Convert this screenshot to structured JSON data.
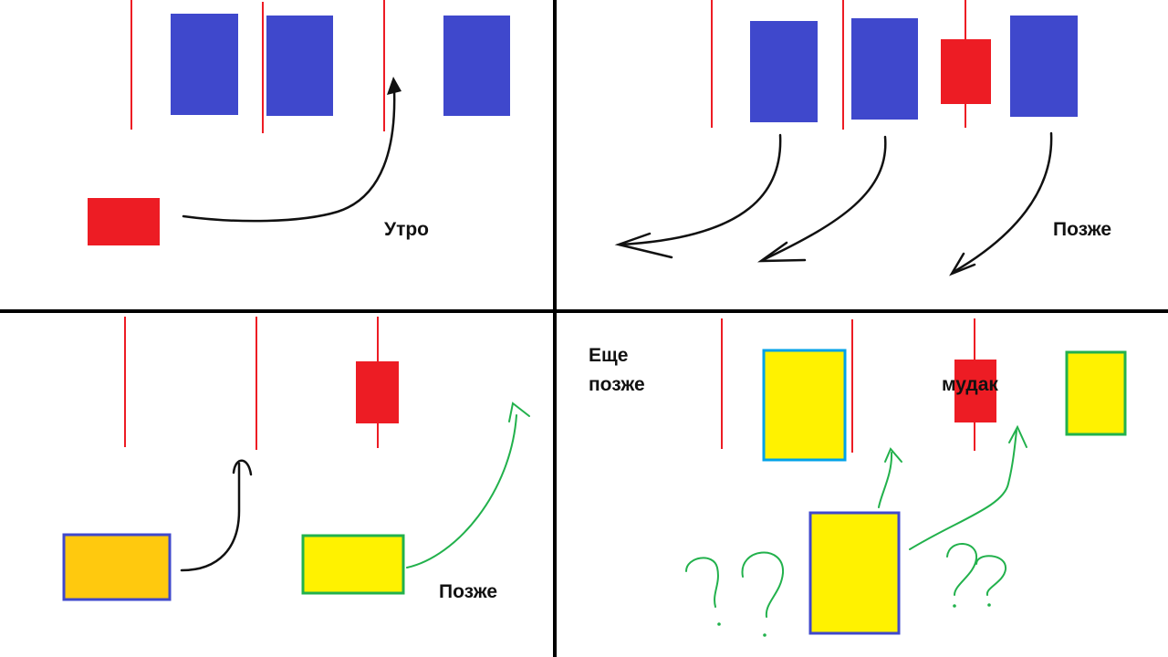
{
  "panels": {
    "top_left": {
      "label": "Утро"
    },
    "top_right": {
      "label": "Позже"
    },
    "bottom_left": {
      "label": "Позже"
    },
    "bottom_right": {
      "label_line1": "Еще",
      "label_line2": "позже",
      "word": "мудак"
    }
  },
  "colors": {
    "blue": "#3f48cc",
    "red": "#ed1c24",
    "orange": "#ffc90e",
    "yellow": "#fff200",
    "green": "#22b14c",
    "ink": "#111111",
    "divider": "#000000"
  }
}
